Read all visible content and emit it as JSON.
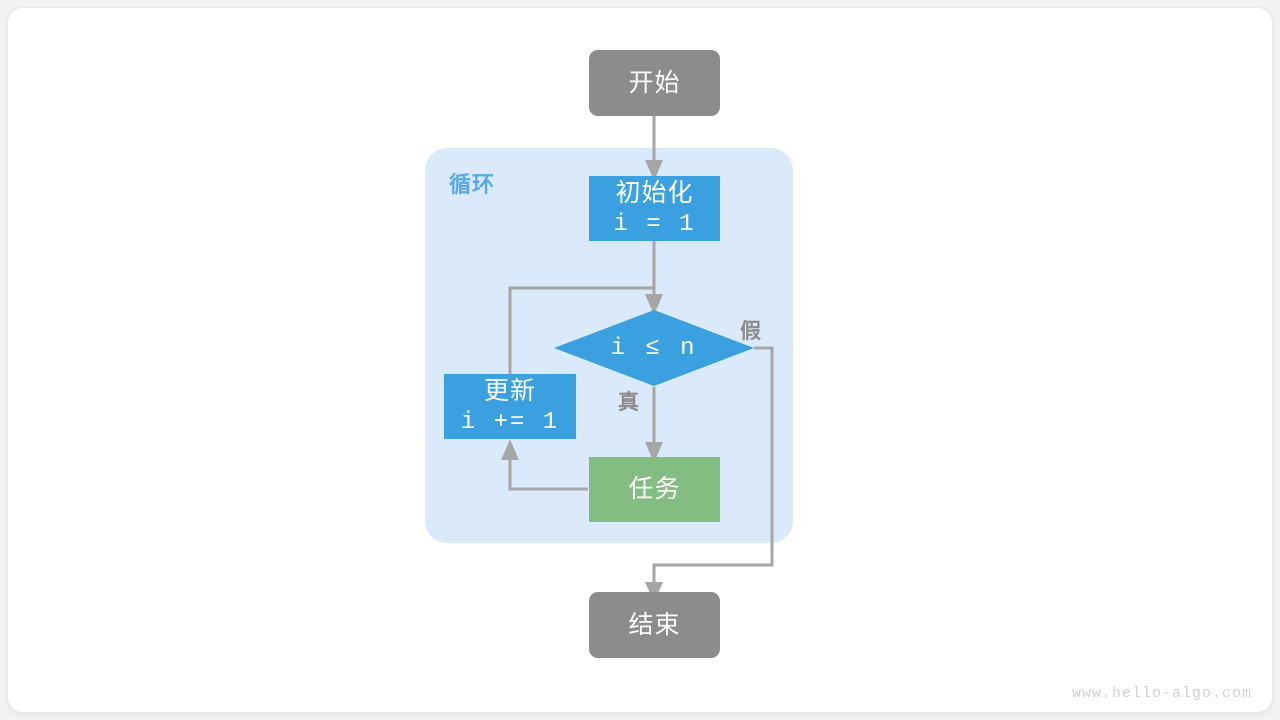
{
  "diagram": {
    "title": "for-loop-flowchart",
    "colors": {
      "page_background": "#f2f2f2",
      "card_background": "#ffffff",
      "terminal": "#8c8c8c",
      "process_blue": "#3aa0e0",
      "process_green": "#84bd82",
      "loop_region": "#daeafa",
      "loop_label": "#59a9e8",
      "edge": "#a6a6a6",
      "edge_label": "#8c8c8c",
      "watermark": "#d2d2d2"
    },
    "loop_region_label": "循环",
    "nodes": {
      "start": {
        "label": "开始",
        "shape": "terminal"
      },
      "init": {
        "label": "初始化",
        "expr": "i = 1",
        "shape": "process"
      },
      "decision": {
        "expr": "i ≤ n",
        "shape": "diamond"
      },
      "update": {
        "label": "更新",
        "expr": "i += 1",
        "shape": "process"
      },
      "task": {
        "label": "任务",
        "shape": "process"
      },
      "end": {
        "label": "结束",
        "shape": "terminal"
      }
    },
    "edge_labels": {
      "true": "真",
      "false": "假"
    },
    "watermark": "www.hello-algo.com"
  }
}
